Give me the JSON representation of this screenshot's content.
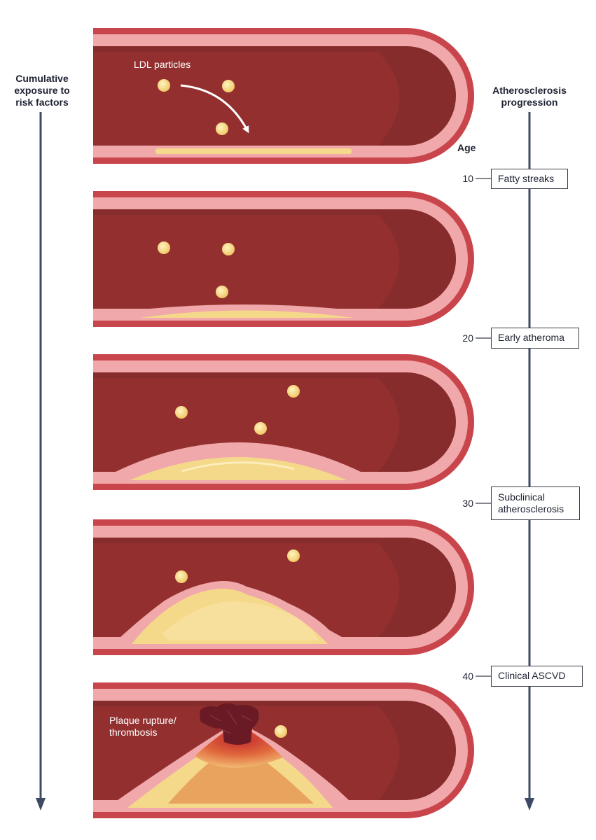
{
  "left_axis": {
    "label": "Cumulative exposure to risk factors"
  },
  "right_axis": {
    "label": "Atherosclerosis progression"
  },
  "age_axis": {
    "label": "Age"
  },
  "stages": [
    {
      "age": "10",
      "label": "Fatty streaks"
    },
    {
      "age": "20",
      "label": "Early atheroma"
    },
    {
      "age": "30",
      "label": "Subclinical atherosclerosis"
    },
    {
      "age": "40",
      "label": "Clinical ASCVD"
    }
  ],
  "vessel_labels": {
    "ldl": "LDL particles",
    "rupture": "Plaque rupture/ thrombosis"
  },
  "colors": {
    "axis": "#3d4a63",
    "vessel_outer": "#c9454c",
    "vessel_lumen": "#93302f",
    "vessel_shadow": "#7e2a29",
    "intima": "#f0a8aa",
    "plaque": "#f5d98a",
    "thrombus": "#6a1a24"
  }
}
